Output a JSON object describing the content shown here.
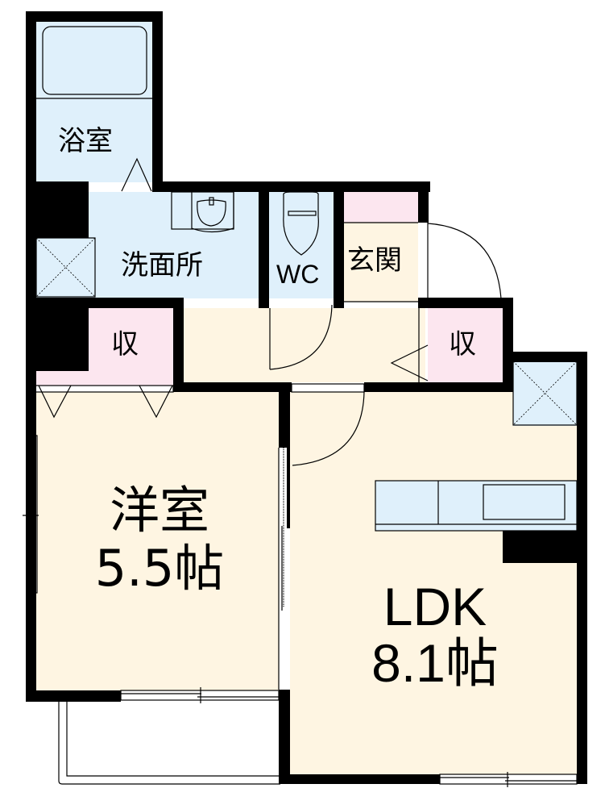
{
  "floorplan": {
    "colors": {
      "wall": "#000000",
      "wet_area": "#dff0fb",
      "living_area": "#fef5e2",
      "storage": "#fce6ef",
      "background": "#ffffff"
    },
    "rooms": {
      "bathroom": {
        "label": "浴室"
      },
      "washroom": {
        "label": "洗面所"
      },
      "toilet": {
        "label": "WC"
      },
      "entrance": {
        "label": "玄関"
      },
      "storage_left": {
        "label": "収"
      },
      "storage_right": {
        "label": "収"
      },
      "western_room": {
        "name": "洋室",
        "size": "5.5帖"
      },
      "ldk": {
        "name": "LDK",
        "size": "8.1帖"
      }
    }
  }
}
